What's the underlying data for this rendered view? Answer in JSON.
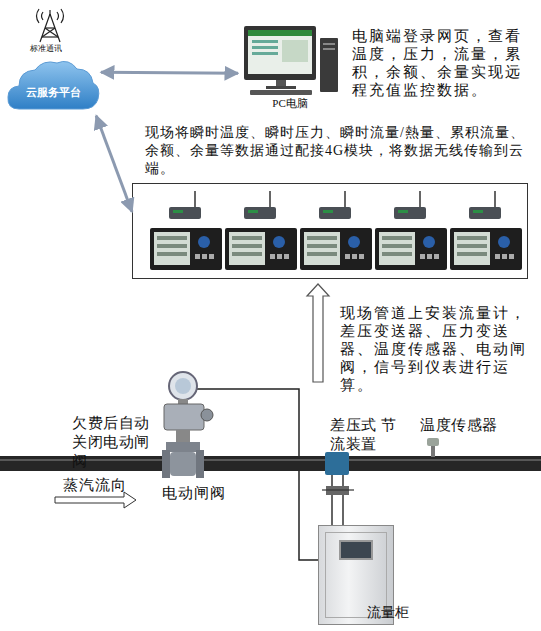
{
  "diagram": {
    "nodes": [
      {
        "text": [
          "云服务平台"
        ]
      },
      {
        "text": [
          "PC电脑"
        ]
      },
      {
        "text": [
          "现场将瞬时温度、瞬时压力、瞬时流量/熱量、累积流量、余额、余量等数据通过配接4G模块，将数据无线传输到云端。"
        ]
      },
      {
        "text": [
          "流量柜"
        ]
      }
    ],
    "edges": [
      {
        "from": 0,
        "to": 1,
        "arrow": "both"
      },
      {
        "from": 0,
        "to": 2,
        "arrow": "both"
      }
    ],
    "labels": [
      "标准通讯",
      "电脑端登录网页，查看温度，压力，流量，累积，余额、余量实现远程充值监控数据。",
      "现场管道上安装流量计，差压变送器、压力变送器、温度传感器、电动闸阀，信号到仪表进行运算。",
      "欠费后自动 关闭电动闸阀",
      "差压式 节流装置",
      "温度传感器",
      "蒸汽流向",
      "电动闸阀"
    ]
  }
}
